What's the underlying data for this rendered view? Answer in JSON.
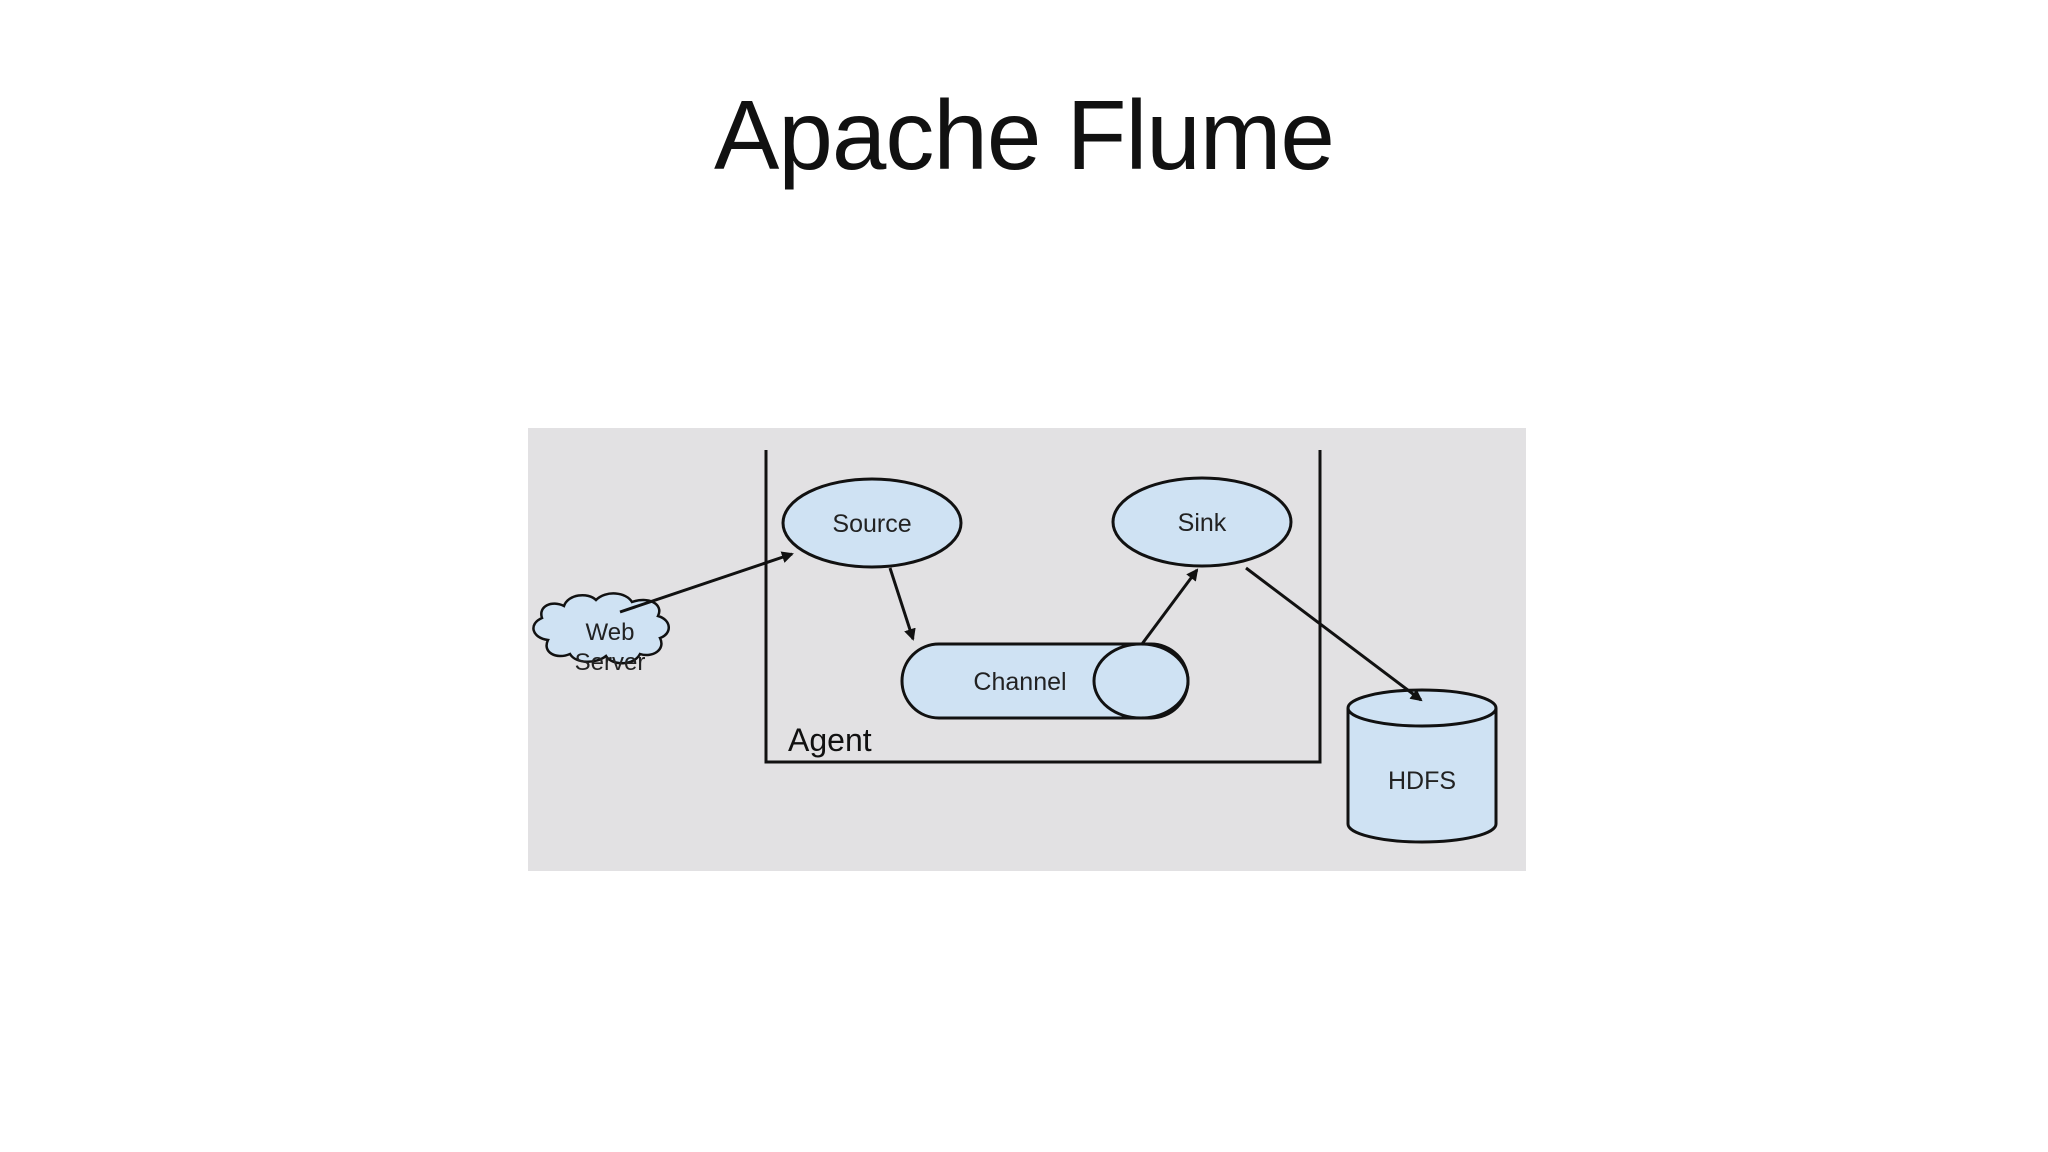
{
  "slide": {
    "title": "Apache Flume"
  },
  "diagram": {
    "agent_label": "Agent",
    "nodes": {
      "web_server_line1": "Web",
      "web_server_line2": "Server",
      "source": "Source",
      "channel": "Channel",
      "sink": "Sink",
      "hdfs": "HDFS"
    },
    "edges": [
      {
        "from": "Web Server",
        "to": "Source"
      },
      {
        "from": "Source",
        "to": "Channel"
      },
      {
        "from": "Channel",
        "to": "Sink"
      },
      {
        "from": "Sink",
        "to": "HDFS"
      }
    ],
    "colors": {
      "panel_background": "#e2e1e3",
      "node_fill": "#cfe2f3",
      "stroke": "#111111"
    }
  }
}
